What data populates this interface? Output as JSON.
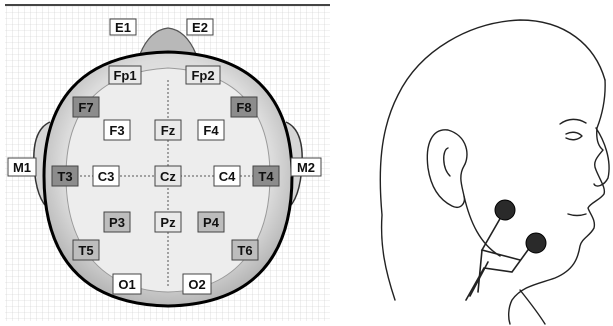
{
  "left_diagram": {
    "electrodes": {
      "E1": "E1",
      "E2": "E2",
      "Fp1": "Fp1",
      "Fp2": "Fp2",
      "F7": "F7",
      "F8": "F8",
      "F3": "F3",
      "Fz": "Fz",
      "F4": "F4",
      "M1": "M1",
      "M2": "M2",
      "T3": "T3",
      "C3": "C3",
      "Cz": "Cz",
      "C4": "C4",
      "T4": "T4",
      "P3": "P3",
      "Pz": "Pz",
      "P4": "P4",
      "T5": "T5",
      "T6": "T6",
      "O1": "O1",
      "O2": "O2"
    }
  },
  "right_diagram": {
    "icons": [
      "head-profile-illustration",
      "electrode-disc-icon",
      "electrode-lead-icon"
    ]
  }
}
